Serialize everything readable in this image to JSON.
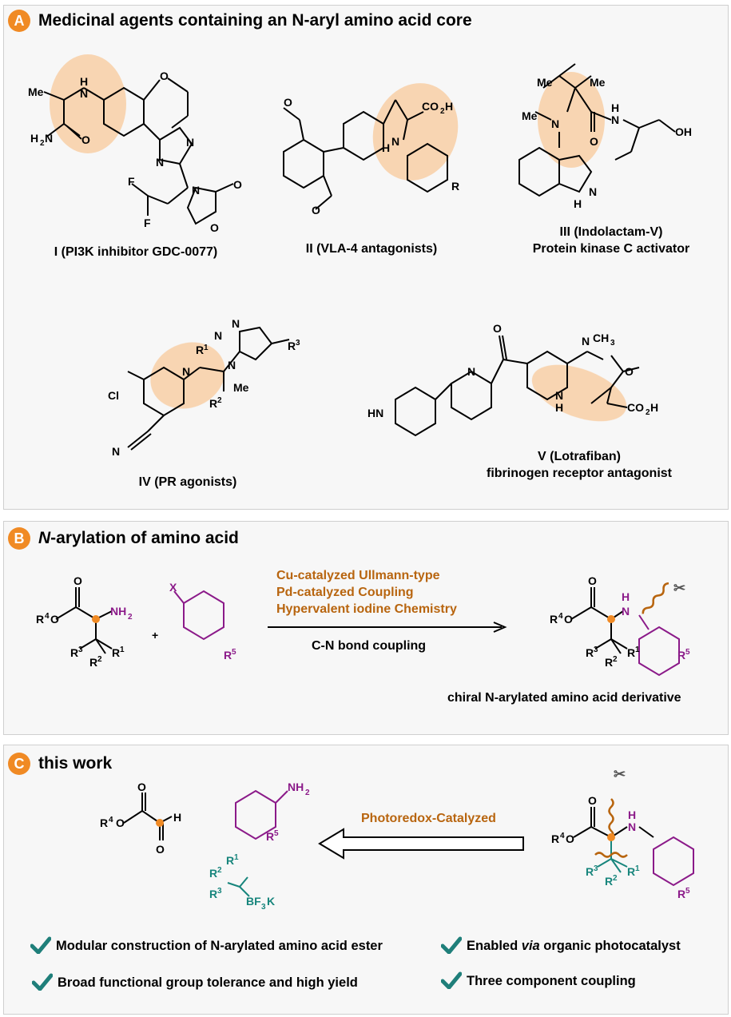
{
  "panels": {
    "a": {
      "badge": "A",
      "title": "Medicinal agents containing an N-aryl amino acid core"
    },
    "b": {
      "badge": "B",
      "title_italic": "N",
      "title_rest": "-arylation of amino acid"
    },
    "c": {
      "badge": "C",
      "title": "this work"
    }
  },
  "compounds": [
    {
      "id": "I",
      "label": "I (PI3K inhibitor GDC-0077)"
    },
    {
      "id": "II",
      "label": "II (VLA-4 antagonists)"
    },
    {
      "id": "III",
      "label_1": "III (Indolactam-V)",
      "label_2": "Protein kinase C activator"
    },
    {
      "id": "IV",
      "label": "IV (PR agonists)"
    },
    {
      "id": "V",
      "label_1": "V (Lotrafiban)",
      "label_2": "fibrinogen receptor antagonist"
    }
  ],
  "reaction_b": {
    "conditions": [
      "Cu-catalyzed Ullmann-type",
      "Pd-catalyzed Coupling",
      "Hypervalent iodine Chemistry"
    ],
    "bond": "C-N bond coupling",
    "product_label": "chiral N-arylated amino acid derivative",
    "plus": "+"
  },
  "reaction_c": {
    "condition": "Photoredox-Catalyzed"
  },
  "features": [
    {
      "text": "Modular construction of N-arylated amino acid ester"
    },
    {
      "pre": "Enabled ",
      "italic": "via",
      "post": " organic photocatalyst"
    },
    {
      "text": "Broad functional group tolerance and high yield"
    },
    {
      "text": "Three component coupling"
    }
  ],
  "colors": {
    "accent_orange": "#f08a24",
    "highlight": "#f8d1aa",
    "condition_text": "#b8650f",
    "purple": "#8b1a89",
    "teal": "#17857c",
    "check": "#1f7f7a"
  }
}
